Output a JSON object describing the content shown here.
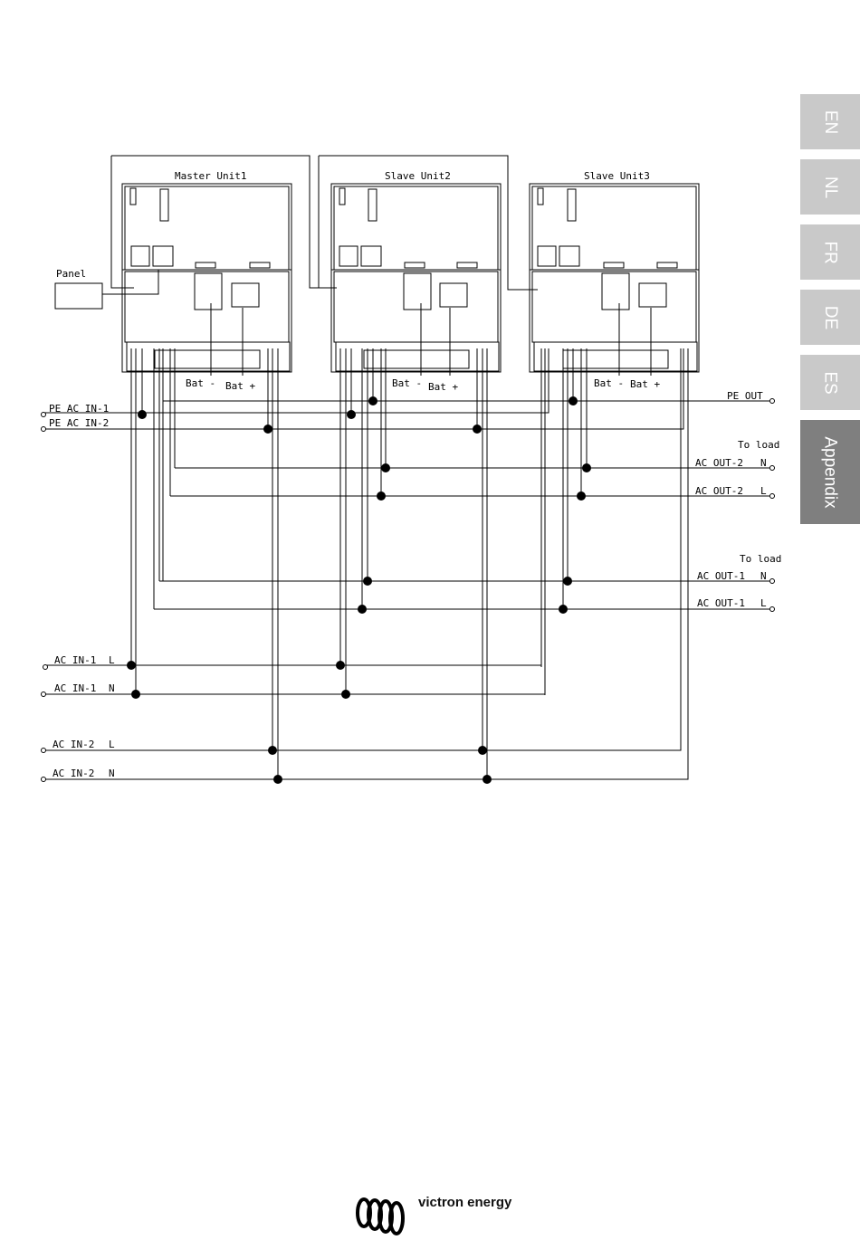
{
  "lang_tabs": [
    {
      "label": "EN",
      "active": false
    },
    {
      "label": "NL",
      "active": false
    },
    {
      "label": "FR",
      "active": false
    },
    {
      "label": "DE",
      "active": false
    },
    {
      "label": "ES",
      "active": false
    },
    {
      "label": "Appendix",
      "active": true
    }
  ],
  "units": {
    "master": "Master   Unit1",
    "slave2": "Slave  Unit2",
    "slave3": "Slave  Unit3"
  },
  "panel_label": "Panel",
  "battery": {
    "minus": "Bat -",
    "plus": "Bat +"
  },
  "inputs": {
    "pe_in1": "PE AC IN-1",
    "pe_in2": "PE AC IN-2",
    "ac_in1_l_label": "AC IN-1",
    "ac_in1_l_phase": "L",
    "ac_in1_n_label": "AC IN-1",
    "ac_in1_n_phase": "N",
    "ac_in2_l_label": "AC IN-2",
    "ac_in2_l_phase": "L",
    "ac_in2_n_label": "AC IN-2",
    "ac_in2_n_phase": "N"
  },
  "outputs": {
    "pe_out": "PE OUT",
    "to_load": "To load",
    "ac_out2_n_label": "AC OUT-2",
    "ac_out2_n_phase": "N",
    "ac_out2_l_label": "AC OUT-2",
    "ac_out2_l_phase": "L",
    "ac_out1_n_label": "AC OUT-1",
    "ac_out1_n_phase": "N",
    "ac_out1_l_label": "AC OUT-1",
    "ac_out1_l_phase": "L"
  },
  "brand": "victron energy",
  "colors": {
    "line": "#000000",
    "tab": "#c9c9c9",
    "tab_active": "#7f7f7f"
  }
}
